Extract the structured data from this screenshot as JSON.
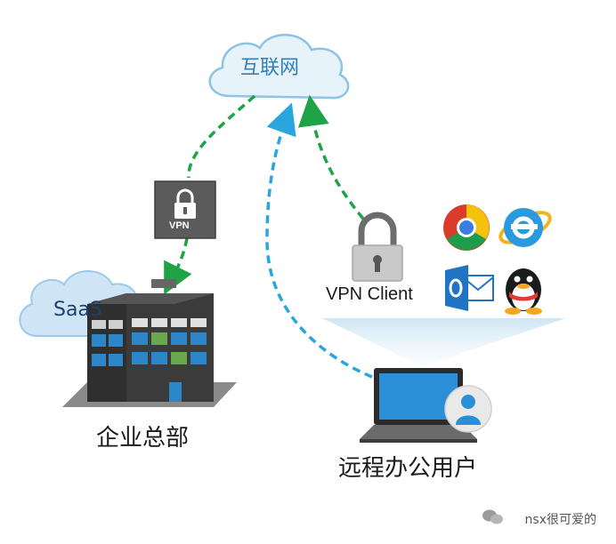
{
  "labels": {
    "internet": "互联网",
    "saas": "SaaS",
    "headquarters": "企业总部",
    "remote_user": "远程办公用户",
    "vpn_client": "VPN Client",
    "vpn_badge": "VPN"
  },
  "watermark": {
    "text": "nsx很可爱的"
  },
  "colors": {
    "green_link": "#1fa347",
    "blue_link": "#2aa6df",
    "cloud_fill": "#d9ecf8",
    "cloud_stroke": "#8cc3e6",
    "vpn_box": "#555555",
    "light_beam": "#cfe6f4"
  },
  "icons": [
    "internet-cloud-icon",
    "saas-cloud-icon",
    "building-icon",
    "vpn-lock-icon",
    "padlock-icon",
    "chrome-icon",
    "ie-icon",
    "outlook-icon",
    "qq-icon",
    "laptop-icon",
    "user-icon",
    "wechat-icon"
  ]
}
